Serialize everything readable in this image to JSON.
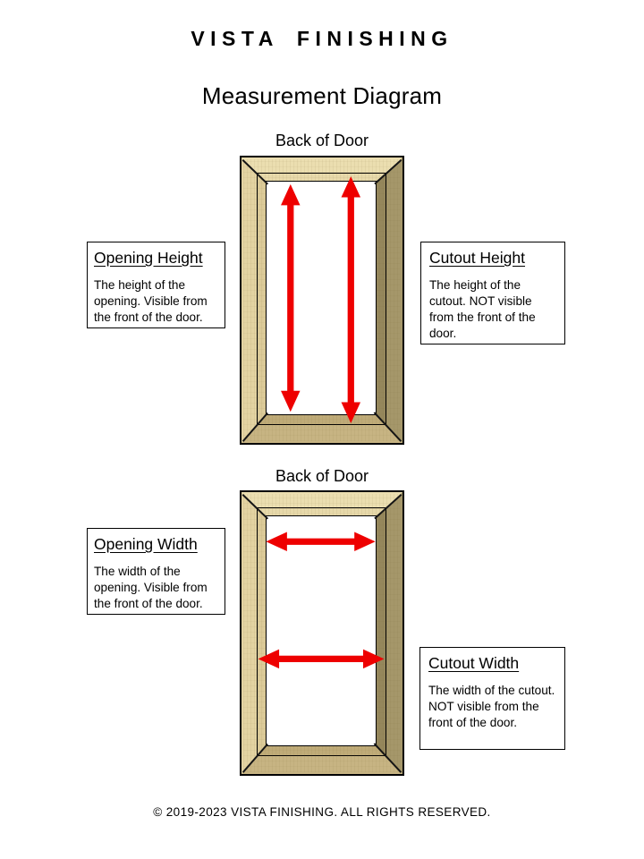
{
  "page": {
    "brand": "VISTA FINISHING",
    "title": "Measurement Diagram",
    "footer": "© 2019-2023 VISTA FINISHING. ALL RIGHTS RESERVED."
  },
  "diagrams": [
    {
      "label": "Back of Door",
      "measures": "height",
      "arrows": [
        {
          "name": "opening-height-arrow",
          "direction": "vertical",
          "style": "double-headed",
          "spans": "inner opening"
        },
        {
          "name": "cutout-height-arrow",
          "direction": "vertical",
          "style": "double-headed",
          "spans": "cutout behind lip"
        }
      ],
      "annotations": [
        {
          "heading": "Opening Height",
          "body": "The height of the opening. Visible from the front of the door."
        },
        {
          "heading": "Cutout Height",
          "body": "The height of the cutout. NOT visible from the front of the door."
        }
      ]
    },
    {
      "label": "Back of Door",
      "measures": "width",
      "arrows": [
        {
          "name": "opening-width-arrow",
          "direction": "horizontal",
          "style": "double-headed",
          "spans": "inner opening"
        },
        {
          "name": "cutout-width-arrow",
          "direction": "horizontal",
          "style": "double-headed",
          "spans": "cutout behind lip"
        }
      ],
      "annotations": [
        {
          "heading": "Opening Width",
          "body": "The width of the opening. Visible from the front of the door."
        },
        {
          "heading": "Cutout Width",
          "body": "The width of the cutout. NOT visible from the front of the door."
        }
      ]
    }
  ],
  "colors": {
    "arrow_red": "#ee0000",
    "wood_top": "#ebdeb0",
    "wood_left": "#e3d3a2",
    "wood_right": "#a5976a",
    "wood_bottom": "#c7b483",
    "lip_top": "#e7d9aa",
    "lip_left": "#dccb99",
    "lip_right": "#95875c",
    "lip_bottom": "#bfab78"
  }
}
